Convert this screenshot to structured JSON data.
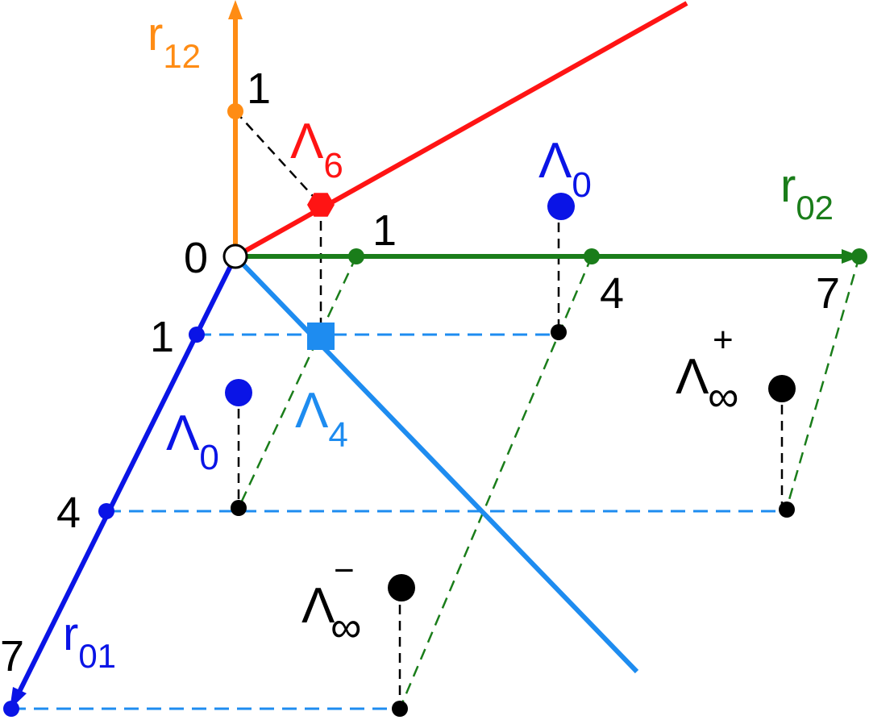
{
  "colors": {
    "r12": "#ff8c14",
    "r02": "#1a7d1a",
    "r01": "#0a14e6",
    "lambda6": "#ff1414",
    "lambda4": "#1e8cf0",
    "black": "#000000"
  },
  "axes": {
    "r12": {
      "name": "r",
      "sub": "12"
    },
    "r02": {
      "name": "r",
      "sub": "02"
    },
    "r01": {
      "name": "r",
      "sub": "01"
    }
  },
  "ticks": {
    "origin": "0",
    "r12_1": "1",
    "r02_1": "1",
    "r02_4": "4",
    "r02_7": "7",
    "r01_1": "1",
    "r01_4": "4",
    "r01_7": "7"
  },
  "lambdas": {
    "lambda6": {
      "name": "Λ",
      "sub": "6"
    },
    "lambda4": {
      "name": "Λ",
      "sub": "4"
    },
    "lambda0_top": {
      "name": "Λ",
      "sub": "0"
    },
    "lambda0_left": {
      "name": "Λ",
      "sub": "0"
    },
    "lambda_inf_plus": {
      "name": "Λ",
      "sub": "∞",
      "sup": "+"
    },
    "lambda_inf_minus": {
      "name": "Λ",
      "sub": "∞",
      "sup": "−"
    }
  }
}
